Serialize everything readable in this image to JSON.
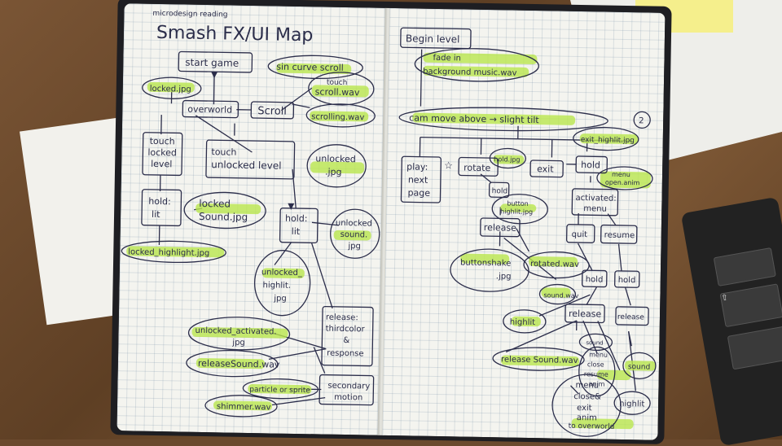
{
  "left_page": {
    "subtitle": "microdesign reading",
    "title": "Smash FX/UI Map",
    "nodes": {
      "start_game": "start game",
      "sin_curve_scroll": "sin curve scroll",
      "locked_jpg": "locked.jpg",
      "touch_scroll_wav": [
        "touch",
        "scroll.wav"
      ],
      "overworld": "overworld",
      "scroll": "Scroll",
      "scrolling_wav": "scrolling.wav",
      "touch_locked_level": [
        "touch",
        "locked",
        "level"
      ],
      "touch_unlocked_level": [
        "touch",
        "unlocked level"
      ],
      "unlocked_jpg": [
        "unlocked",
        ".jpg"
      ],
      "hold_lit_left": [
        "hold:",
        "lit"
      ],
      "locked_sound_jpg": [
        "locked",
        "Sound.jpg"
      ],
      "hold_lit_center": [
        "hold:",
        "lit"
      ],
      "unlocked_sound_jpg": [
        "unlocked",
        "sound.",
        "jpg"
      ],
      "locked_highlight_jpg": "locked_highlight.jpg",
      "unlocked_highlit_jpg": [
        "unlocked_",
        "highlit.",
        "jpg"
      ],
      "release_thirdcolor": [
        "release:",
        "thirdcolor",
        "&",
        "response"
      ],
      "unlocked_activated_jpg": [
        "unlocked_activated.",
        "jpg"
      ],
      "release_sound_wav": "releaseSound.wav",
      "particle_sprite": "particle or sprite",
      "secondary_motion": [
        "secondary",
        "motion"
      ],
      "shimmer_wav": "shimmer.wav"
    }
  },
  "right_page": {
    "nodes": {
      "begin_level": "Begin level",
      "fade_in": "fade in",
      "background_music": "background music.wav",
      "cam_move": "cam move above → slight tilt",
      "exit_highlit_jpg": "exit_highlit.jpg",
      "play_next_page": [
        "play:",
        "next",
        "page"
      ],
      "rotate": "rotate",
      "hold_jpg": "hold.jpg",
      "exit": "exit",
      "hold_exit": "hold",
      "menu_open": [
        "menu",
        "open.anim"
      ],
      "hold_rotate": "hold",
      "button_highlit": [
        "button",
        "highlit.jpg"
      ],
      "activated_menu": [
        "activated:",
        "menu"
      ],
      "release_rotate": "release",
      "quit": "quit",
      "resume": "resume",
      "buttonshake_jpg": [
        "buttonshake",
        ".jpg"
      ],
      "rotated_wav": "rotated.wav",
      "sound_wav": "sound.wav",
      "hold_quit": "hold",
      "hold_resume": "hold",
      "highlit": "highlit",
      "release_quit": "release",
      "release_resume": "release",
      "sound_small": "sound",
      "release_sound_wav": "release Sound.wav",
      "menu_close_resume": [
        "menu",
        "close",
        "resume",
        "anim"
      ],
      "sound_right": "sound",
      "menu_close_exit": [
        "menu",
        "close&",
        "exit",
        "anim",
        "to overworld"
      ],
      "highlit_right": "highlit",
      "page_number": "2"
    }
  }
}
